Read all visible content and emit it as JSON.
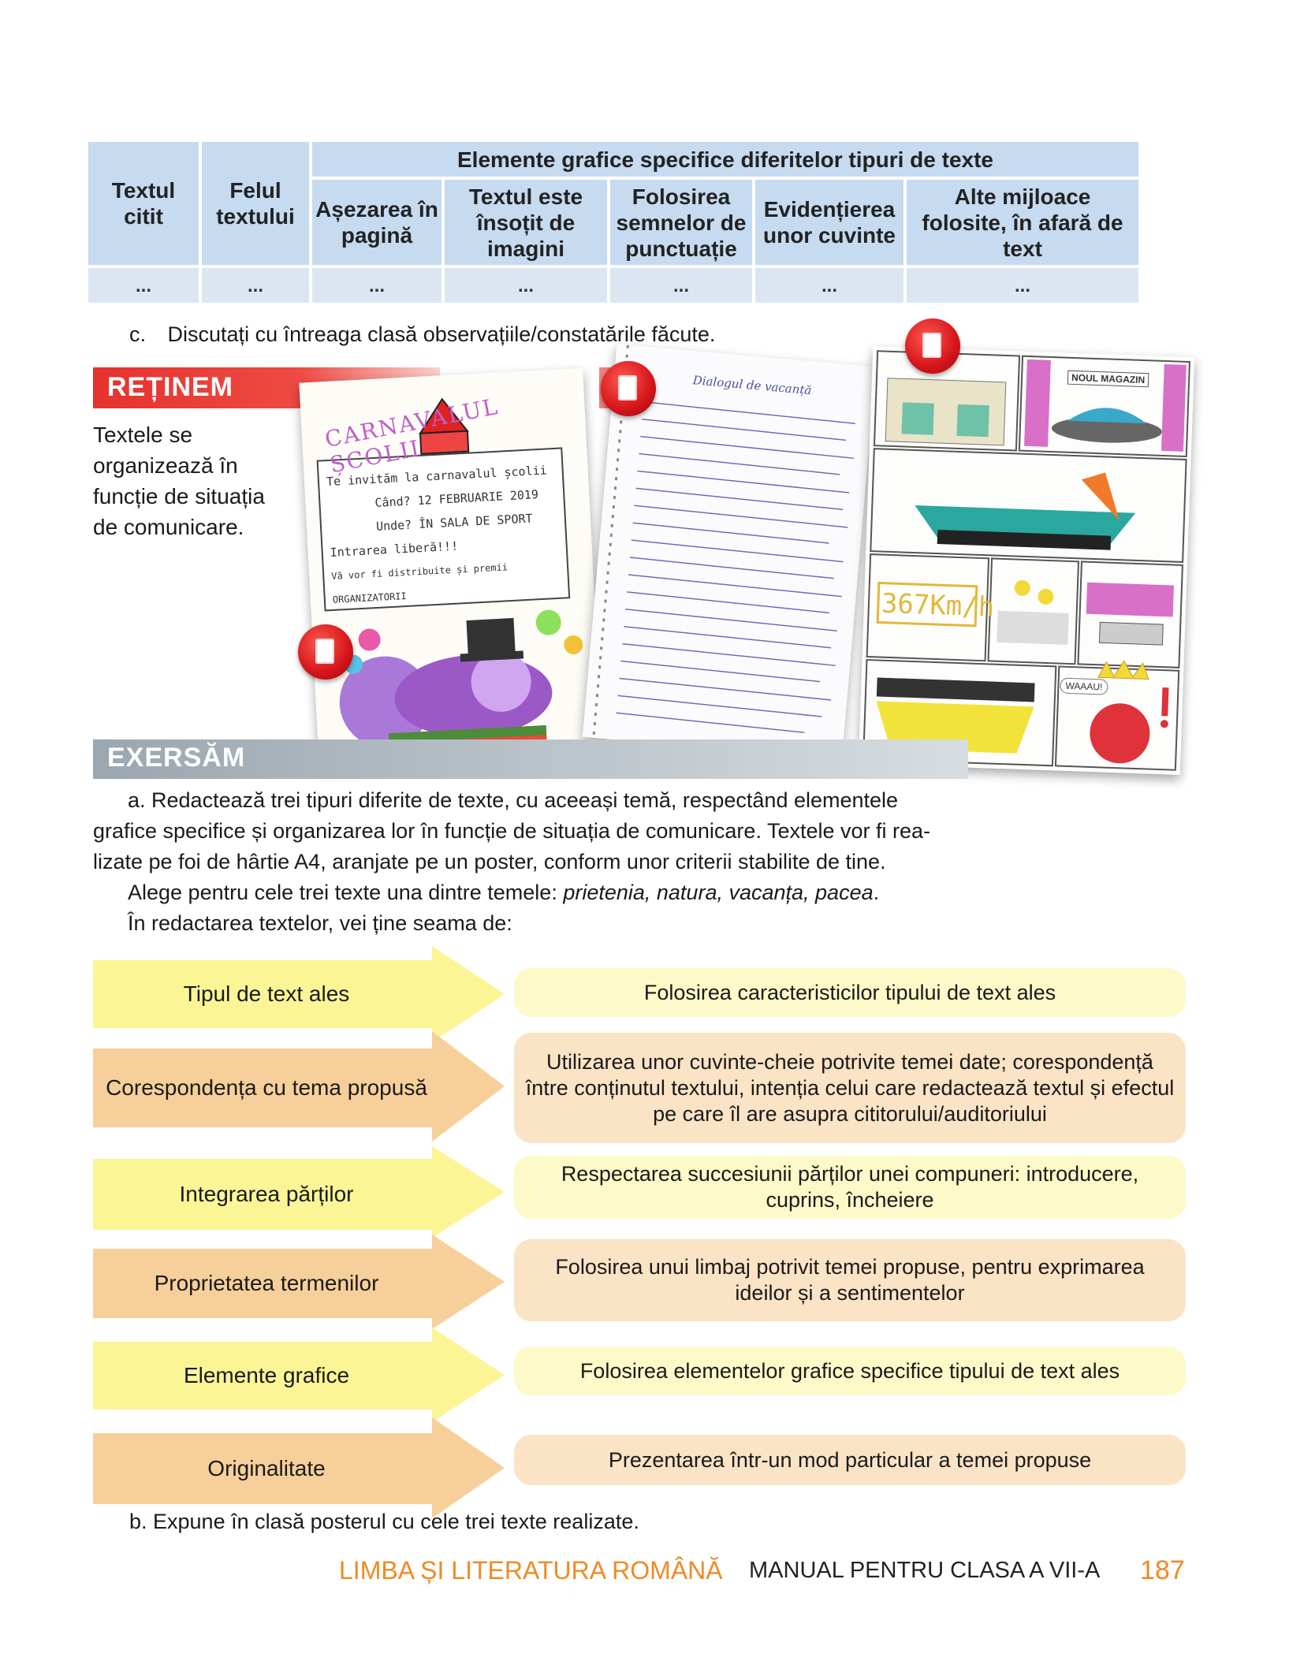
{
  "table": {
    "col_textul_citit": "Textul citit",
    "col_felul_textului": "Felul textului",
    "group_header": "Elemente grafice specifice diferitelor tipuri de texte",
    "sub_asezarea": "Așezarea în pagină",
    "sub_insotit": "Textul este însoțit de imagini",
    "sub_semne": "Folosirea semnelor de punctuație",
    "sub_evidentierea": "Evidențierea unor cuvinte",
    "sub_alte": "Alte mijloace folosite, în afară de text",
    "row_placeholders": [
      "...",
      "...",
      "...",
      "...",
      "...",
      "...",
      "..."
    ]
  },
  "step_c": {
    "letter": "c.",
    "text": "Discutați cu întreaga clasă observațiile/constatările făcute."
  },
  "retinem": {
    "title": "REȚINEM",
    "lines": [
      "Textele se",
      "organizează în",
      "funcție de situația",
      "de comunicare."
    ]
  },
  "poster_images": {
    "carnival_title": "CARNAVALUL ȘCOLII",
    "carnival_lines": [
      "Te invităm la carnavalul școlii",
      "Când? 12 FEBRUARIE 2019",
      "Unde? ÎN SALA DE SPORT",
      "Intrarea liberă!!!",
      "Vă vor fi distribuite și premii ORGANIZATORII"
    ],
    "notebook_title": "Dialogul de vacanță",
    "comic_sign": "NOUL MAGAZIN",
    "comic_speed": "367Km/h",
    "comic_bubble": "WAAAU!"
  },
  "exersam": {
    "title": "EXERSĂM",
    "lines": [
      "a. Redactează trei tipuri diferite de texte, cu aceeași temă, respectând elementele",
      "grafice specifice și organizarea lor în funcție de situația de comunicare. Textele vor fi rea-",
      "lizate pe foi de hârtie A4, aranjate pe un poster, conform unor criterii stabilite de tine."
    ],
    "themes_intro": "Alege pentru cele trei texte una dintre temele: ",
    "themes_italic": "prietenia, natura, vacanța, pacea",
    "themes_end": ".",
    "consider": "În redactarea textelor, vei ține seama de:"
  },
  "criteria": [
    {
      "label": "Tipul de text ales",
      "desc": "Folosirea caracteristicilor tipului de text ales",
      "color": "yellow"
    },
    {
      "label": "Corespondența cu tema propusă",
      "desc": "Utilizarea unor cuvinte-cheie potrivite temei date; corespondență între conținutul textului, intenția celui care redactează textul și efectul pe care îl are asupra cititorului/auditoriului",
      "color": "orange"
    },
    {
      "label": "Integrarea părților",
      "desc": "Respectarea succesiunii părților unei compuneri: introducere, cuprins, încheiere",
      "color": "yellow"
    },
    {
      "label": "Proprietatea termenilor",
      "desc": "Folosirea unui limbaj potrivit temei propuse, pentru exprimarea ideilor și a sentimentelor",
      "color": "orange"
    },
    {
      "label": "Elemente grafice",
      "desc": "Folosirea elementelor grafice specifice tipului de text ales",
      "color": "yellow"
    },
    {
      "label": "Originalitate",
      "desc": "Prezentarea într-un mod particular a temei propuse",
      "color": "orange"
    }
  ],
  "step_b": "b. Expune în clasă posterul cu cele trei texte realizate.",
  "footer": {
    "subject": "LIMBA ȘI LITERATURA ROMÂNĂ",
    "manual": "MANUAL PENTRU CLASA A VII-A",
    "page": "187"
  },
  "colors": {
    "accent_red": "#e5322d",
    "footer_orange": "#f08a24",
    "table_blue": "#c6daf0",
    "arrow_yellow": "#fbf596",
    "arrow_orange": "#f7cf9a"
  }
}
